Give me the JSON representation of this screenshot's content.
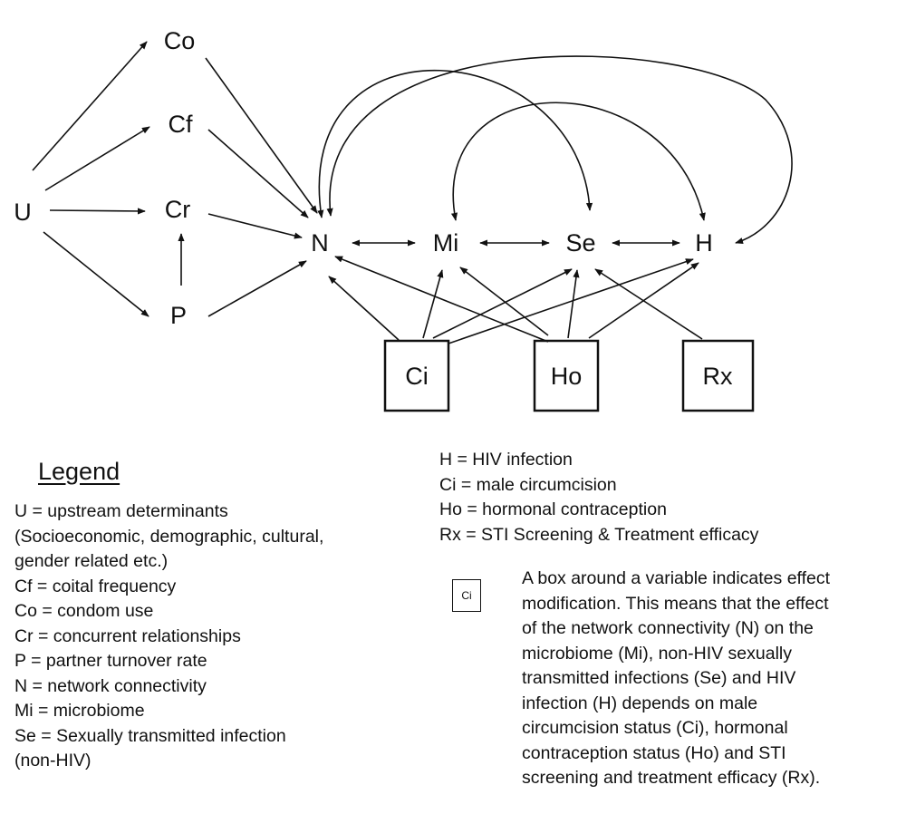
{
  "nodes": {
    "U": "U",
    "Co": "Co",
    "Cf": "Cf",
    "Cr": "Cr",
    "P": "P",
    "N": "N",
    "Mi": "Mi",
    "Se": "Se",
    "H": "H",
    "Ci": "Ci",
    "Ho": "Ho",
    "Rx": "Rx"
  },
  "legend": {
    "title": "Legend",
    "left_items": [
      "U = upstream determinants",
      "(Socioeconomic, demographic, cultural,",
      "gender related etc.)",
      "Cf = coital frequency",
      "Co = condom use",
      "Cr = concurrent relationships",
      "P = partner turnover rate",
      "N = network connectivity",
      "Mi = microbiome",
      "Se = Sexually transmitted infection",
      "(non-HIV)"
    ],
    "right_items": [
      "H = HIV infection",
      "Ci = male circumcision",
      "Ho = hormonal contraception",
      "Rx = STI Screening & Treatment efficacy"
    ],
    "example_box_label": "Ci",
    "note_lines": [
      "A box around a variable indicates effect",
      "modification. This means that the effect",
      "of the network connectivity (N) on the",
      "microbiome (Mi), non-HIV sexually",
      "transmitted infections (Se) and HIV",
      "infection (H) depends on male",
      "circumcision status (Ci), hormonal",
      "contraception status (Ho) and STI",
      "screening and treatment efficacy (Rx)."
    ]
  }
}
